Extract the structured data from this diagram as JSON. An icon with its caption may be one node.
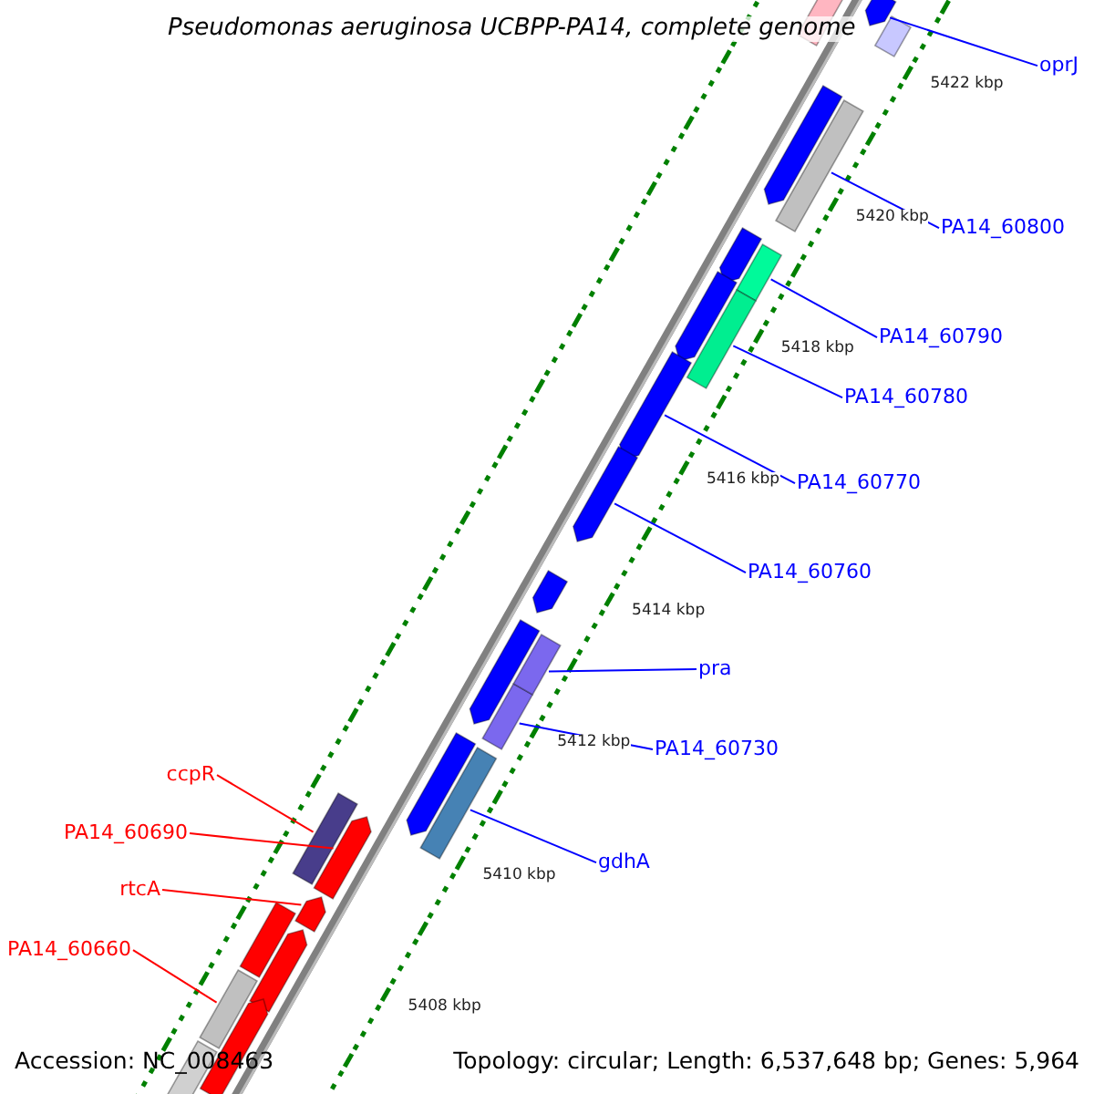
{
  "diagram": {
    "title": "Pseudomonas aeruginosa UCBPP-PA14, complete genome",
    "nodes": [
      {
        "text": [
          "oprJ"
        ]
      },
      {
        "text": [
          "PA14_60800"
        ]
      },
      {
        "text": [
          "PA14_60790"
        ]
      },
      {
        "text": [
          "PA14_60780"
        ]
      },
      {
        "text": [
          "PA14_60770"
        ]
      },
      {
        "text": [
          "PA14_60760"
        ]
      },
      {
        "text": [
          "pra"
        ]
      },
      {
        "text": [
          "PA14_60730"
        ]
      },
      {
        "text": [
          "gdhA"
        ]
      },
      {
        "text": [
          "ccpR"
        ]
      },
      {
        "text": [
          "PA14_60690"
        ]
      },
      {
        "text": [
          "rtcA"
        ]
      },
      {
        "text": [
          "PA14_60660"
        ]
      },
      {
        "text": [],
        "shape": "arrow"
      },
      {
        "text": [],
        "shape": "arrow"
      },
      {
        "text": [],
        "shape": "bar"
      },
      {
        "text": [],
        "shape": "arrow"
      },
      {
        "text": [],
        "shape": "bar"
      },
      {
        "text": [],
        "shape": "arrow"
      },
      {
        "text": [],
        "shape": "bar"
      },
      {
        "text": [],
        "shape": "bar"
      },
      {
        "text": [],
        "shape": "arrow"
      },
      {
        "text": [],
        "shape": "arrow"
      },
      {
        "text": [],
        "shape": "arrow"
      },
      {
        "text": [],
        "shape": "arrow"
      },
      {
        "text": [],
        "shape": "arrow"
      },
      {
        "text": [],
        "shape": "bar"
      },
      {
        "text": [],
        "shape": "arrow"
      },
      {
        "text": [],
        "shape": "bar"
      },
      {
        "text": [],
        "shape": "bar"
      },
      {
        "text": [],
        "shape": "arrow"
      },
      {
        "text": [],
        "shape": "arrow"
      },
      {
        "text": [],
        "shape": "bar"
      },
      {
        "text": [],
        "shape": "arrow"
      },
      {
        "text": [],
        "shape": "bar"
      },
      {
        "text": [],
        "shape": "arrow"
      },
      {
        "text": [],
        "shape": "bar"
      },
      {
        "text": [],
        "shape": "bar"
      }
    ],
    "edges": [
      {
        "from": 0,
        "to": 13,
        "arrow": "none"
      },
      {
        "from": 1,
        "to": 17,
        "arrow": "none"
      },
      {
        "from": 2,
        "to": 19,
        "arrow": "none"
      },
      {
        "from": 3,
        "to": 20,
        "arrow": "none"
      },
      {
        "from": 4,
        "to": 22,
        "arrow": "none"
      },
      {
        "from": 5,
        "to": 23,
        "arrow": "none"
      },
      {
        "from": 6,
        "to": 37,
        "arrow": "none"
      },
      {
        "from": 7,
        "to": 26,
        "arrow": "none"
      },
      {
        "from": 8,
        "to": 28,
        "arrow": "none"
      },
      {
        "from": 9,
        "to": 29,
        "arrow": "none",
        "color": "#ff0000"
      },
      {
        "from": 10,
        "to": 30,
        "arrow": "none",
        "color": "#ff0000"
      },
      {
        "from": 11,
        "to": 31,
        "arrow": "none",
        "color": "#ff0000"
      },
      {
        "from": 12,
        "to": 34,
        "arrow": "none",
        "color": "#ff0000"
      }
    ],
    "labels": [
      "5422 kbp",
      "5420 kbp",
      "5418 kbp",
      "5416 kbp",
      "5414 kbp",
      "5412 kbp",
      "5410 kbp",
      "5408 kbp",
      "Accession: NC_008463",
      "Topology: circular; Length: 6,537,648 bp; Genes: 5,964"
    ]
  }
}
